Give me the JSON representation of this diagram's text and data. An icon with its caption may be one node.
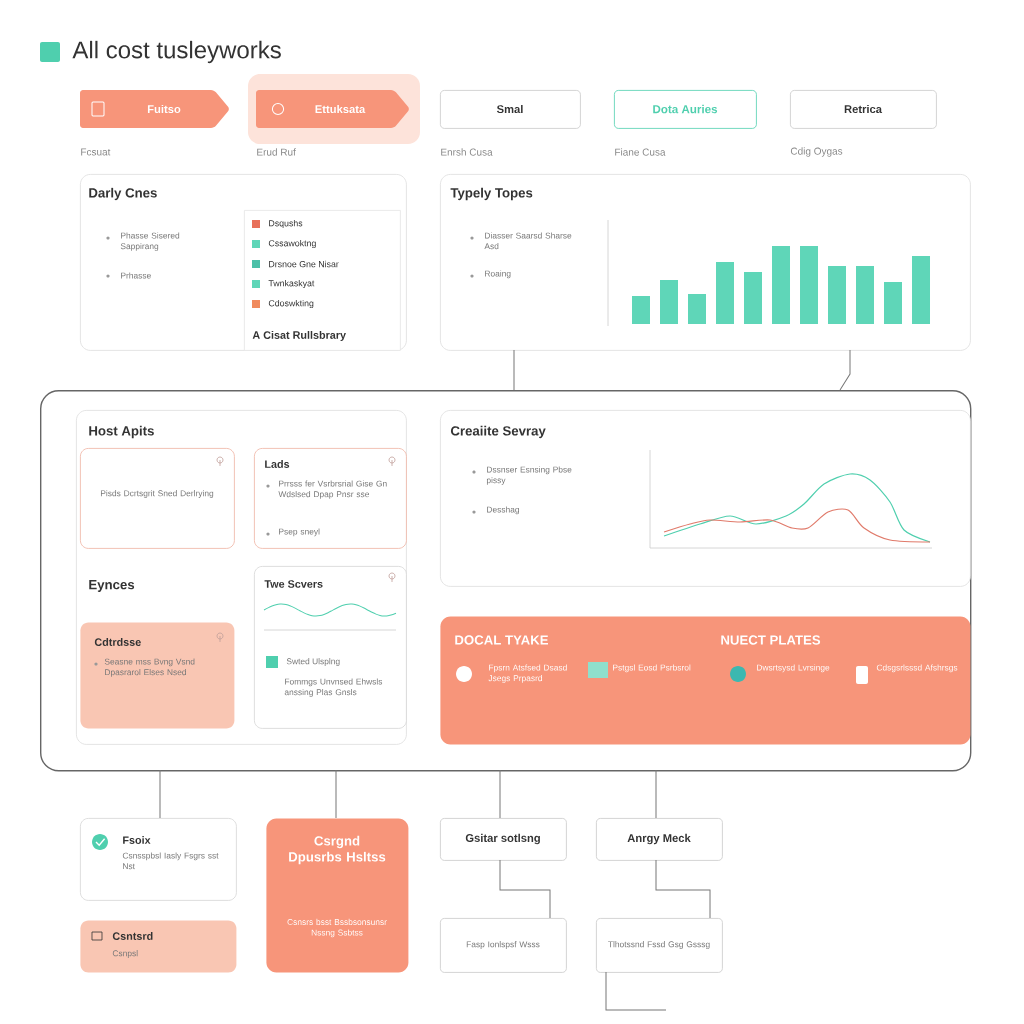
{
  "diagram": {
    "title": "All cost tusleyworks",
    "nodes": [
      {
        "text": [
          "Fuitso"
        ],
        "beside": [
          "Fcsuat"
        ]
      },
      {
        "text": [
          "Ettuksata"
        ],
        "beside": [
          "Erud Ruf"
        ]
      },
      {
        "text": [
          "Smal"
        ],
        "beside": [
          "Enrsh Cusa"
        ]
      },
      {
        "text": [
          "Dota Auries"
        ],
        "beside": [
          "Fiane Cusa"
        ]
      },
      {
        "text": [
          "Retrica"
        ],
        "beside": [
          "Cdig Oygas"
        ]
      },
      {
        "text": [
          "Darly Cnes",
          "Phasse Sisered Sappirang",
          "Prhasse"
        ]
      },
      {
        "text": [
          "A Cisat Rullsbrary"
        ],
        "in": 5
      },
      {
        "text": [
          "Typely Topes",
          "Diasser Saarsd Sharse Asd",
          "Roaing"
        ]
      },
      {
        "text": [],
        "shape": "box"
      },
      {
        "text": [
          "Host Apits",
          "Eynces"
        ],
        "in": 8
      },
      {
        "text": [
          "Pisds Dcrtsgrit Sned Derlrying"
        ],
        "in": 9
      },
      {
        "text": [
          "Lads",
          "Prrsss fer Vsrbrsrial Gise Gn Wdslsed Dpap Pnsr sse",
          "Psep sneyl"
        ],
        "in": 9
      },
      {
        "text": [
          "Cdtrdsse",
          "Seasne mss Bvng Vsnd Dpasrarol Elses Nsed"
        ],
        "in": 9
      },
      {
        "text": [
          "Twe Scvers",
          "Swted Ulsplng",
          "Fommgs Unvnsed Ehwsls anssing Plas Gnsls"
        ],
        "in": 9
      },
      {
        "text": [
          "Creaiite Sevray",
          "Dssnser Esnsing Pbse pissy",
          "Desshag"
        ],
        "in": 8
      },
      {
        "text": [
          "DOCAL TYAKE",
          "NUECT PLATES",
          "Fpsrn Atsfsed Dsasd Jsegs Prpasrd",
          "Pstgsl Eosd Psrbsrol",
          "Dwsrtsysd Lvrsinge",
          "Cdsgsrlsssd Afshrsgs"
        ],
        "in": 8
      },
      {
        "text": [
          "Fsoix",
          "Csnsspbsl Iasly Fsgrs sst Nst"
        ]
      },
      {
        "text": [
          "Csntsrd",
          "Csnpsl"
        ]
      },
      {
        "text": [
          "Csrgnd Dpusrbs Hsltss",
          "Csnsrs bsst Bssbsonsunsr Nssng Ssbtss"
        ]
      },
      {
        "text": [
          "Gsitar sotlsng"
        ]
      },
      {
        "text": [
          "Fasp Ionlspsf Wsss"
        ]
      },
      {
        "text": [
          "Anrgy Meck"
        ]
      },
      {
        "text": [
          "Tlhotssnd Fssd Gsg Gsssg"
        ]
      }
    ],
    "edges": [
      {
        "from": 7,
        "to": 8,
        "arrow": "none"
      },
      {
        "from": 7,
        "to": 8,
        "arrow": "none"
      },
      {
        "from": 8,
        "to": 16,
        "arrow": "none"
      },
      {
        "from": 8,
        "to": 18,
        "arrow": "none"
      },
      {
        "from": 8,
        "to": 19,
        "arrow": "none"
      },
      {
        "from": 8,
        "to": 21,
        "arrow": "none"
      },
      {
        "from": 19,
        "to": 20,
        "arrow": "none"
      },
      {
        "from": 21,
        "to": 22,
        "arrow": "none"
      },
      {
        "from": 22,
        "to": null,
        "arrow": "none"
      }
    ],
    "legend": [
      {
        "text": "Dsqushs",
        "color": "#e8705a"
      },
      {
        "text": "Cssawoktng",
        "color": "#5fd6b8"
      },
      {
        "text": "Drsnoe Gne Nisar",
        "color": "#4cc0a8"
      },
      {
        "text": "Twnkaskyat",
        "color": "#5fd6b8"
      },
      {
        "text": "Cdoswkting",
        "color": "#f08a5d"
      }
    ]
  }
}
